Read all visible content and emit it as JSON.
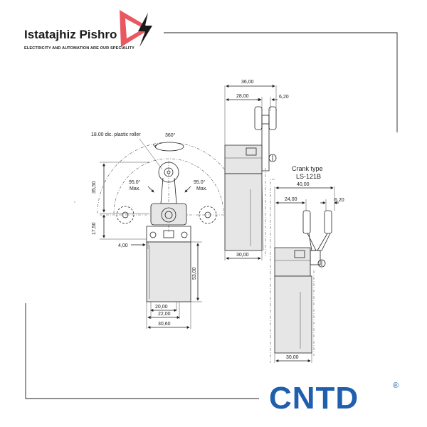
{
  "brand": {
    "name": "Istatajhiz Pishro",
    "tagline": "ELECTRICITY AND AUTOMATION ARE OUR SPECIALITY",
    "logo_icon": "play-lightning-icon",
    "logo_color": "#e53945"
  },
  "manufacturer": {
    "name": "CNTD",
    "registered_mark": "®",
    "color": "#1f5fae"
  },
  "front_view": {
    "roller_label": "18.00 dic. plastic roller",
    "rotation": "360°",
    "angle_left": "95.0°",
    "angle_left_max": "Max.",
    "angle_right": "95.0°",
    "angle_right_max": "Max.",
    "dim_height_upper": "35,50",
    "dim_height_mid": "17,50",
    "dim_offset": "4,00",
    "dim_body_height": "53,00",
    "dim_width_inner": "20,00",
    "dim_width_mid": "22,00",
    "dim_width_total": "30,60"
  },
  "side_view": {
    "dim_top_total": "36,00",
    "dim_top_inner": "28,00",
    "dim_roller": "6,20",
    "dim_base": "30,00"
  },
  "crank_view": {
    "title": "Crank type",
    "model": "LS-121B",
    "dim_top_total": "40,00",
    "dim_top_inner": "24,00",
    "dim_roller": "6,20",
    "dim_base": "30,00"
  }
}
